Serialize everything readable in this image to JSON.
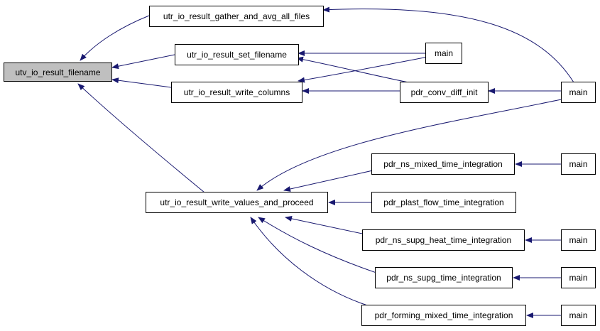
{
  "colors": {
    "edge": "#191970",
    "root_fill": "#bfbfbf",
    "node_fill": "#ffffff",
    "border": "#000000"
  },
  "nodes": [
    {
      "id": "root",
      "label": "utv_io_result_filename"
    },
    {
      "id": "gather",
      "label": "utr_io_result_gather_and_avg_all_files"
    },
    {
      "id": "setfn",
      "label": "utr_io_result_set_filename"
    },
    {
      "id": "writecols",
      "label": "utr_io_result_write_columns"
    },
    {
      "id": "writevals",
      "label": "utr_io_result_write_values_and_proceed"
    },
    {
      "id": "main_a",
      "label": "main"
    },
    {
      "id": "convdiff",
      "label": "pdr_conv_diff_init"
    },
    {
      "id": "main_b",
      "label": "main"
    },
    {
      "id": "nsmixed",
      "label": "pdr_ns_mixed_time_integration"
    },
    {
      "id": "main_c",
      "label": "main"
    },
    {
      "id": "plast",
      "label": "pdr_plast_flow_time_integration"
    },
    {
      "id": "nssupgheat",
      "label": "pdr_ns_supg_heat_time_integration"
    },
    {
      "id": "main_d",
      "label": "main"
    },
    {
      "id": "nssupg",
      "label": "pdr_ns_supg_time_integration"
    },
    {
      "id": "main_e",
      "label": "main"
    },
    {
      "id": "forming",
      "label": "pdr_forming_mixed_time_integration"
    },
    {
      "id": "main_f",
      "label": "main"
    }
  ]
}
